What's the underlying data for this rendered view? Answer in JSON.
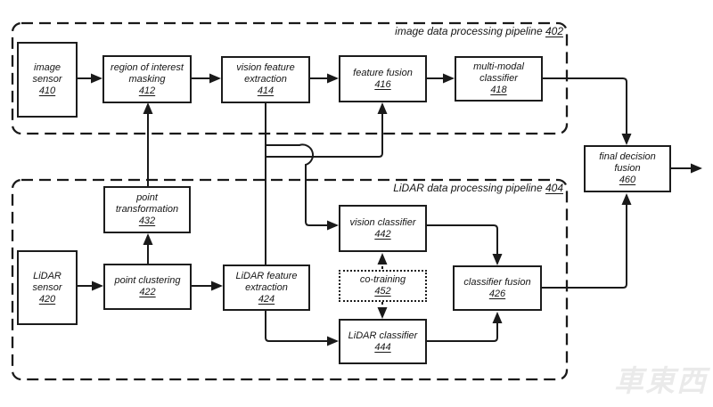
{
  "pipelines": {
    "image": {
      "label": "image data processing pipeline",
      "ref": "402"
    },
    "lidar": {
      "label": "LiDAR data processing pipeline",
      "ref": "404"
    }
  },
  "boxes": {
    "image_sensor": {
      "l1": "image",
      "l2": "sensor",
      "ref": "410"
    },
    "roi_masking": {
      "l1": "region of interest",
      "l2": "masking",
      "ref": "412"
    },
    "vision_feature_extraction": {
      "l1": "vision feature",
      "l2": "extraction",
      "ref": "414"
    },
    "feature_fusion": {
      "l1": "feature fusion",
      "ref": "416"
    },
    "multimodal_classifier": {
      "l1": "multi-modal",
      "l2": "classifier",
      "ref": "418"
    },
    "final_decision_fusion": {
      "l1": "final decision",
      "l2": "fusion",
      "ref": "460"
    },
    "point_transformation": {
      "l1": "point",
      "l2": "transformation",
      "ref": "432"
    },
    "lidar_sensor": {
      "l1": "LiDAR",
      "l2": "sensor",
      "ref": "420"
    },
    "point_clustering": {
      "l1": "point clustering",
      "ref": "422"
    },
    "lidar_feature_extraction": {
      "l1": "LiDAR feature",
      "l2": "extraction",
      "ref": "424"
    },
    "vision_classifier": {
      "l1": "vision classifier",
      "ref": "442"
    },
    "co_training": {
      "l1": "co-training",
      "ref": "452"
    },
    "lidar_classifier": {
      "l1": "LiDAR classifier",
      "ref": "444"
    },
    "classifier_fusion": {
      "l1": "classifier fusion",
      "ref": "426"
    }
  },
  "watermark": "車東西",
  "colors": {
    "line": "#1a1a1a",
    "background": "#ffffff",
    "watermark_opacity": "0.08"
  }
}
